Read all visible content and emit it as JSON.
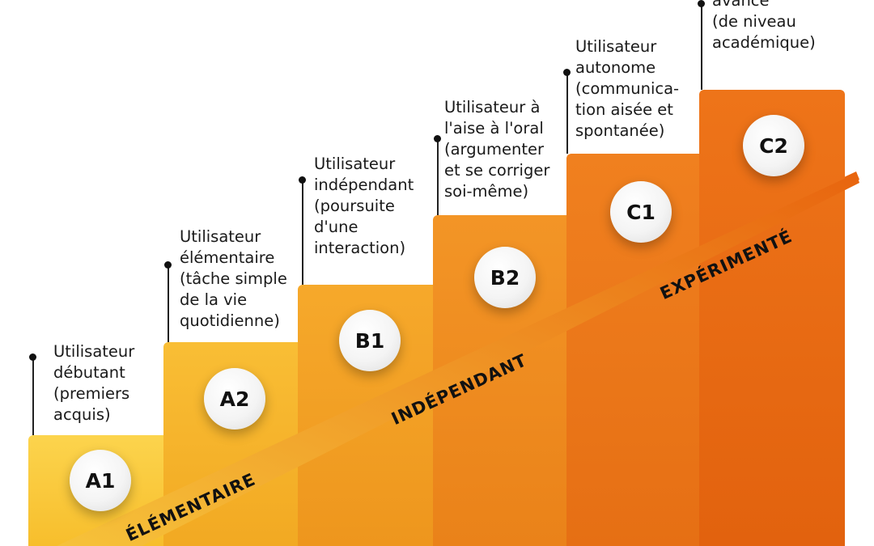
{
  "steps": [
    {
      "level": "A1",
      "description": "Utilisateur\ndébutant\n(premiers\nacquis)",
      "color_top": "#FCD44D",
      "color_bottom": "#F7BE2C"
    },
    {
      "level": "A2",
      "description": "Utilisateur\nélémentaire\n(tâche simple\nde la vie\nquotidienne)",
      "color_top": "#F9BE35",
      "color_bottom": "#F2A922"
    },
    {
      "level": "B1",
      "description": "Utilisateur\nindépendant\n(poursuite\nd'une\ninteraction)",
      "color_top": "#F6A92B",
      "color_bottom": "#EE961D"
    },
    {
      "level": "B2",
      "description": "Utilisateur à\nl'aise à l'oral\n(argumenter\net se corriger\nsoi-même)",
      "color_top": "#F39526",
      "color_bottom": "#EA8219"
    },
    {
      "level": "C1",
      "description": "Utilisateur\nautonome\n(communica-\ntion aisée et\nspontanée)",
      "color_top": "#F0801F",
      "color_bottom": "#E66F14"
    },
    {
      "level": "C2",
      "description": "avancé\n(de niveau\nacadémique)",
      "color_top": "#EE7419",
      "color_bottom": "#E2620E"
    }
  ],
  "bands": [
    {
      "label": "ÉLÉMENTAIRE"
    },
    {
      "label": "INDÉPENDANT"
    },
    {
      "label": "EXPÉRIMENTÉ"
    }
  ],
  "colors": {
    "ramp_start": "#F6C23A",
    "ramp_end": "#E8650F"
  }
}
